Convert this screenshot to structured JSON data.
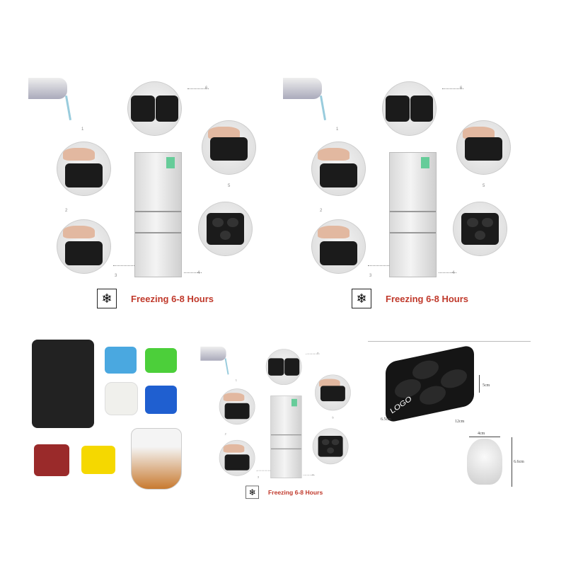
{
  "instructions": {
    "steps": [
      "1",
      "2",
      "3",
      "4",
      "5",
      "6"
    ],
    "freezing_label": "Freezing 6-8 Hours",
    "freeze_icon": "snowflake-icon",
    "accent_color": "#c0392b"
  },
  "dimensions": {
    "logo": "LOGO",
    "tray_depth": "6.5cm",
    "tray_length": "12cm",
    "tray_height": "5cm",
    "skull_width": "4cm",
    "skull_height": "6.6cm"
  }
}
